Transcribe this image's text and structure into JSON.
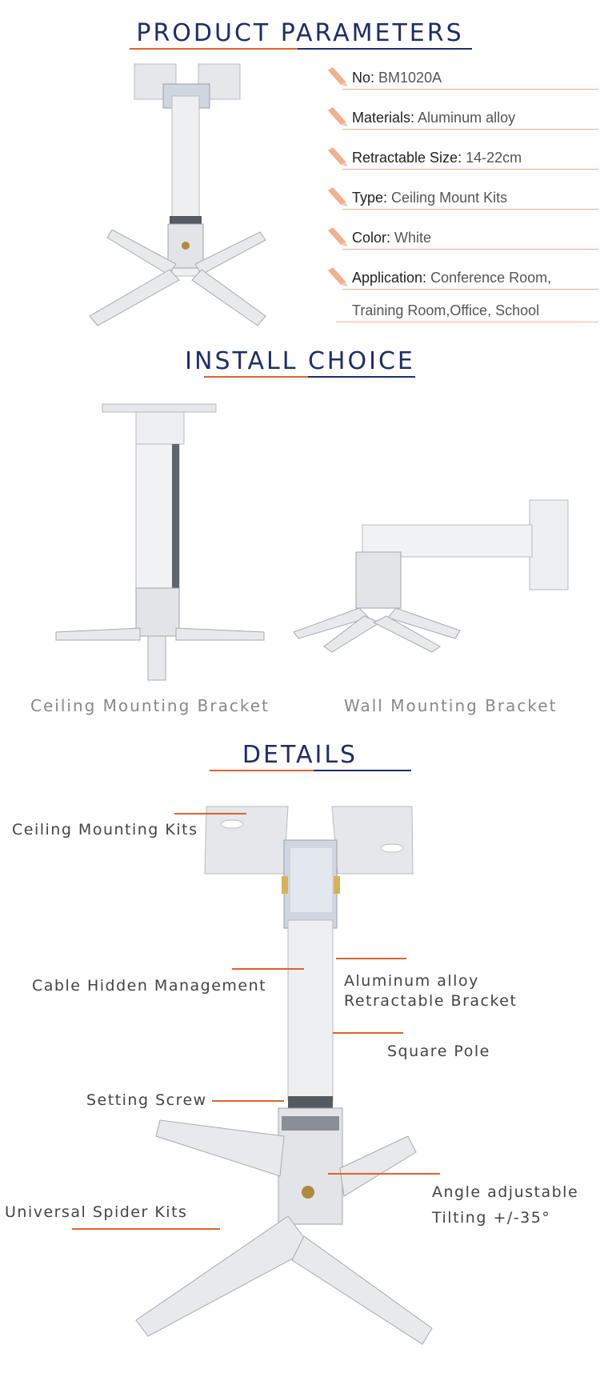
{
  "sections": {
    "parameters_title": "PRODUCT PARAMETERS",
    "install_title": "INSTALL CHOICE",
    "details_title": "DETAILS"
  },
  "parameters": [
    {
      "label": "No:",
      "value": "BM1020A"
    },
    {
      "label": "Materials:",
      "value": "Aluminum alloy"
    },
    {
      "label": "Retractable Size:",
      "value": "14-22cm"
    },
    {
      "label": "Type:",
      "value": "Ceiling Mount Kits"
    },
    {
      "label": "Color:",
      "value": "White"
    },
    {
      "label": "Application:",
      "value": "Conference Room,",
      "value_line2": "Training Room,Office, School"
    }
  ],
  "install": {
    "ceiling_caption": "Ceiling Mounting Bracket",
    "wall_caption": "Wall Mounting Bracket"
  },
  "details": {
    "ceiling_kits": "Ceiling Mounting Kits",
    "cable": "Cable Hidden Management",
    "aluminum_line1": "Aluminum alloy",
    "aluminum_line2": "Retractable Bracket",
    "square_pole": "Square Pole",
    "setting_screw": "Setting Screw",
    "spider_kits": "Universal Spider Kits",
    "angle_line1": "Angle adjustable",
    "angle_line2": "Tilting +/-35°"
  },
  "colors": {
    "title": "#1f2d6b",
    "accent": "#e0622a",
    "pencil": "#f4b08c",
    "bracket": "#e9eaec"
  }
}
